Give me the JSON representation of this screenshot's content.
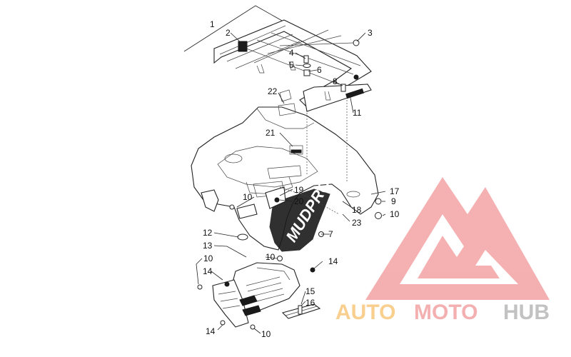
{
  "callouts": [
    {
      "num": "1",
      "part": "rear-rack"
    },
    {
      "num": "2",
      "part": "rack-bracket"
    },
    {
      "num": "3",
      "part": "nut"
    },
    {
      "num": "4",
      "part": "screw"
    },
    {
      "num": "5",
      "part": "washer"
    },
    {
      "num": "6",
      "part": "spacer"
    },
    {
      "num": "7",
      "part": "nut"
    },
    {
      "num": "8",
      "part": "screw"
    },
    {
      "num": "9",
      "part": "washer"
    },
    {
      "num": "10",
      "part": "nut"
    },
    {
      "num": "11",
      "part": "reflector-decal"
    },
    {
      "num": "12",
      "part": "plate"
    },
    {
      "num": "13",
      "part": "footrest"
    },
    {
      "num": "14",
      "part": "screw"
    },
    {
      "num": "15",
      "part": "trim"
    },
    {
      "num": "16",
      "part": "screw"
    },
    {
      "num": "17",
      "part": "rear-fender"
    },
    {
      "num": "18",
      "part": "bracket"
    },
    {
      "num": "19",
      "part": "bracket"
    },
    {
      "num": "20",
      "part": "rivet"
    },
    {
      "num": "21",
      "part": "decal"
    },
    {
      "num": "22",
      "part": "decal"
    },
    {
      "num": "23",
      "part": "decal"
    }
  ],
  "fender_graphic": "MUDPRO",
  "watermark": {
    "word_1": "AUTO",
    "word_2": "MOTO",
    "word_3": "HUB",
    "color_main": "#f4a0a0",
    "color_auto": "#f8c97a",
    "color_hub": "#bdbdbd"
  }
}
